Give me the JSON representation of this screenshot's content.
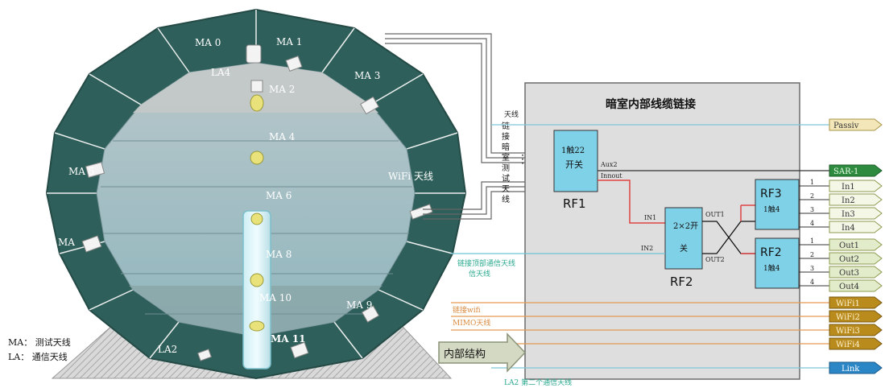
{
  "chamber": {
    "labels": {
      "ma0": "MA 0",
      "ma1": "MA 1",
      "la4": "LA4",
      "ma2": "MA 2",
      "ma3": "MA 3",
      "ma4": "MA 4",
      "ma5": "MA 5",
      "wifi": "WiFi 天线",
      "ma6": "MA 6",
      "ma": "MA",
      "ma8": "MA 8",
      "ma9": "MA 9",
      "ma10": "MA 10",
      "ma11": "MA 11",
      "la2": "LA2"
    },
    "legend": {
      "ma_def": "MA：  测试天线",
      "la_def": "LA：  通信天线"
    }
  },
  "panel": {
    "title": "暗室内部线缆链接",
    "side_vertical": [
      "链",
      "接",
      "暗",
      "室",
      "测",
      "试",
      "天",
      "线"
    ],
    "dakou": "天线",
    "rf1": {
      "box_line1": "1触22",
      "box_line2": "开关",
      "name": "RF1"
    },
    "rf2": {
      "box_line1": "2×2开",
      "box_line2": "关",
      "name": "RF2"
    },
    "rf3": {
      "box_line1": "RF3",
      "box_line2": "1触4"
    },
    "rf2b": {
      "box_line1": "RF2",
      "box_line2": "1触4"
    },
    "aux_labels": [
      "Aux2",
      "Innout"
    ],
    "in_labels": [
      "IN1",
      "IN2"
    ],
    "out_labels": [
      "OUT1",
      "OUT2"
    ],
    "port_numbers": [
      "1",
      "2",
      "3",
      "4",
      "1",
      "2",
      "3",
      "4"
    ],
    "comm_antenna": "链接顶部通信天线",
    "comm_antenna_l2": "信天线",
    "wifi_caption": "链接wifi",
    "mimo_caption": "MIMO天线",
    "la2_caption": "LA2 第二个通信天线",
    "inner_structure": "内部结构"
  },
  "outputs": {
    "passive": "Passiv",
    "green": "SAR-1",
    "ins": [
      "In1",
      "In2",
      "In3",
      "In4"
    ],
    "outs": [
      "Out1",
      "Out2",
      "Out3",
      "Out4"
    ],
    "wifis": [
      "WiFi1",
      "WiFi2",
      "WiFi3",
      "WiFi4"
    ],
    "link": "Link"
  }
}
